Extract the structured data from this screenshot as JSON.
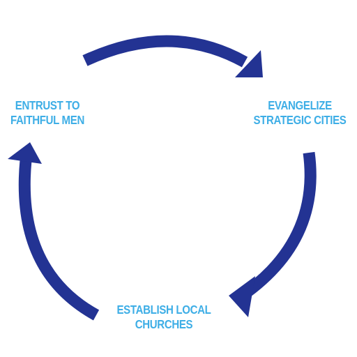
{
  "colors": {
    "arrow": "#233393",
    "label": "#3eaee6",
    "background": "#ffffff"
  },
  "diagram": {
    "type": "cycle",
    "steps": [
      {
        "id": "evangelize",
        "lines": [
          "EVANGELIZE",
          "STRATEGIC CITIES"
        ]
      },
      {
        "id": "establish",
        "lines": [
          "ESTABLISH LOCAL",
          "CHURCHES"
        ]
      },
      {
        "id": "entrust",
        "lines": [
          "ENTRUST TO",
          "FAITHFUL MEN"
        ]
      }
    ],
    "arrows": [
      {
        "from": "entrust",
        "to": "evangelize",
        "icon": "curved-arrow-right"
      },
      {
        "from": "evangelize",
        "to": "establish",
        "icon": "curved-arrow-down"
      },
      {
        "from": "establish",
        "to": "entrust",
        "icon": "curved-arrow-up"
      }
    ]
  }
}
